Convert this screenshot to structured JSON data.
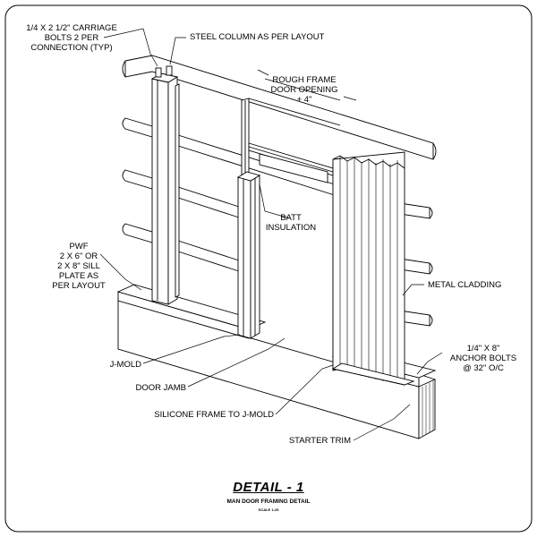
{
  "detail": {
    "title": "DETAIL - 1",
    "subtitle": "MAN DOOR FRAMING DETAIL",
    "scale": "SCALE 1:25"
  },
  "callouts": {
    "carriage_bolts": "1/4 X 2 1/2\" CARRIAGE\nBOLTS 2 PER\nCONNECTION (TYP)",
    "steel_column": "STEEL COLUMN AS PER LAYOUT",
    "rough_frame": "ROUGH FRAME\nDOOR OPENING\n+ 4\"",
    "batt_insulation": "BATT\nINSULATION",
    "pwf_sill": "PWF\n2 X 6\" OR\n2 X 8\" SILL\nPLATE AS\nPER LAYOUT",
    "metal_cladding": "METAL CLADDING",
    "anchor_bolts": "1/4\" X 8\"\nANCHOR BOLTS\n@ 32\" O/C",
    "j_mold": "J-MOLD",
    "door_jamb": "DOOR JAMB",
    "silicone": "SILICONE FRAME TO J-MOLD",
    "starter_trim": "STARTER TRIM"
  }
}
